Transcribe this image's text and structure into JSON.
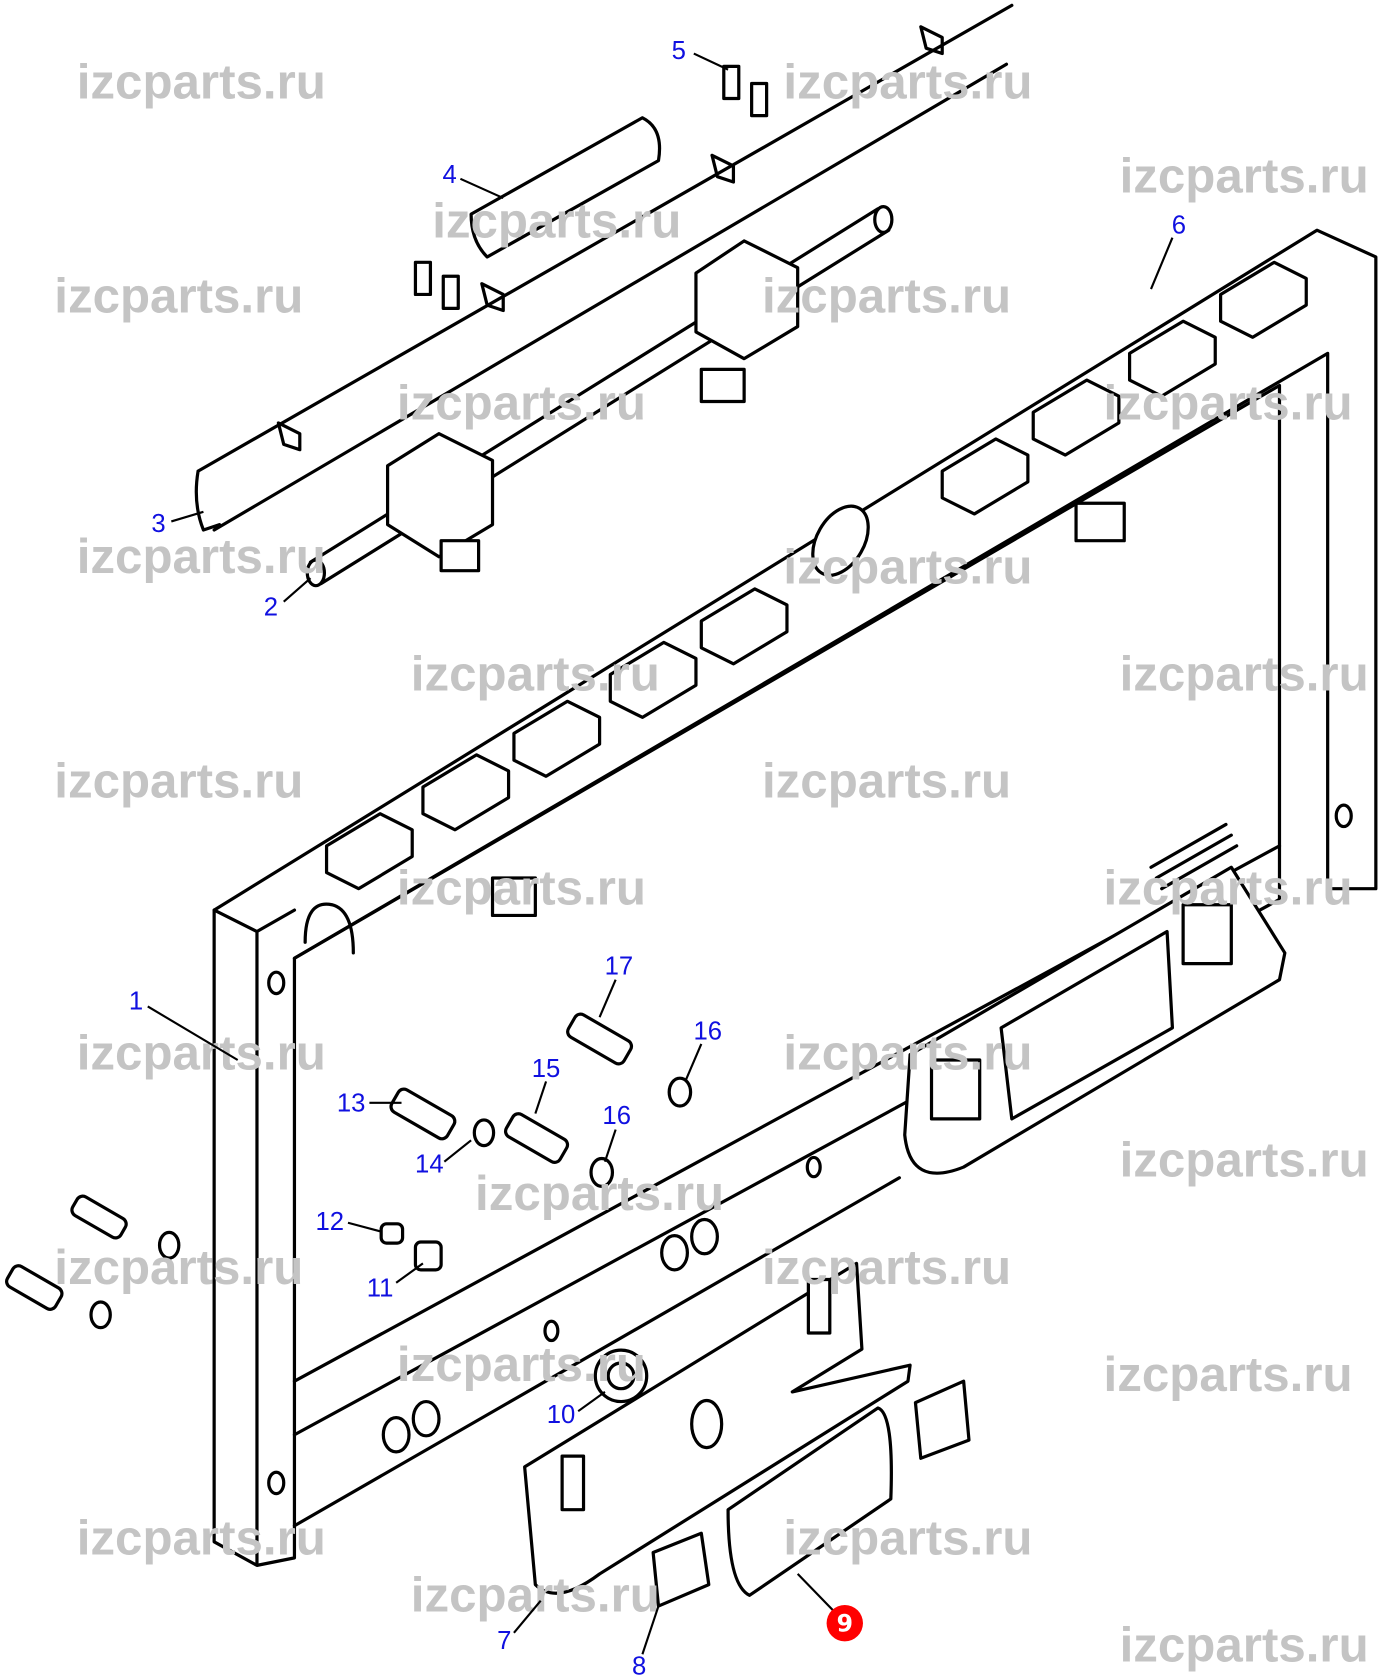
{
  "watermark": "izcparts.ru",
  "callouts": [
    "1",
    "2",
    "3",
    "4",
    "5",
    "6",
    "7",
    "8",
    "9",
    "10",
    "11",
    "12",
    "13",
    "14",
    "15",
    "16",
    "16",
    "17"
  ],
  "highlighted_callout": "9",
  "colors": {
    "callout": "#1010e0",
    "highlight": "#ff0000",
    "watermark": "#c4c4c4"
  }
}
